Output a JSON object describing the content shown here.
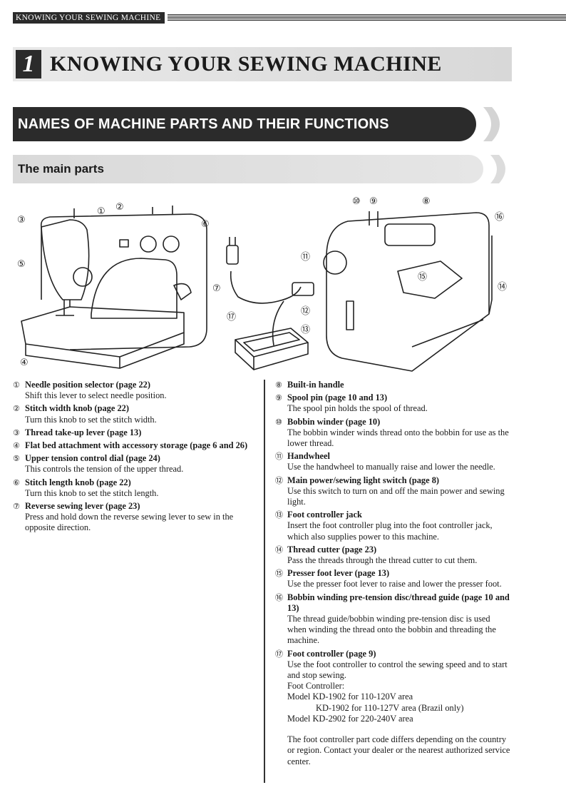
{
  "running_header": "KNOWING YOUR SEWING MACHINE",
  "chapter": {
    "number": "1",
    "title": "KNOWING YOUR SEWING MACHINE"
  },
  "section_title": "NAMES OF MACHINE PARTS AND THEIR FUNCTIONS",
  "subsection_title": "The main parts",
  "callouts": [
    "①",
    "②",
    "③",
    "④",
    "⑤",
    "⑥",
    "⑦",
    "⑧",
    "⑨",
    "⑩",
    "⑪",
    "⑫",
    "⑬",
    "⑭",
    "⑮",
    "⑯",
    "⑰"
  ],
  "parts_left": [
    {
      "num": "①",
      "title": "Needle position selector (page 22)",
      "desc": "Shift this lever to select needle position."
    },
    {
      "num": "②",
      "title": "Stitch width knob (page 22)",
      "desc": "Turn this knob to set the stitch width."
    },
    {
      "num": "③",
      "title": "Thread take-up lever (page 13)",
      "desc": ""
    },
    {
      "num": "④",
      "title": "Flat bed attachment with accessory storage (page 6 and 26)",
      "desc": ""
    },
    {
      "num": "⑤",
      "title": "Upper tension control dial (page 24)",
      "desc": "This controls the tension of the upper thread."
    },
    {
      "num": "⑥",
      "title": "Stitch length knob (page 22)",
      "desc": "Turn this knob to set the stitch length."
    },
    {
      "num": "⑦",
      "title": "Reverse sewing lever (page 23)",
      "desc": "Press and hold down the reverse sewing lever to sew in the opposite direction."
    }
  ],
  "parts_right": [
    {
      "num": "⑧",
      "title": "Built-in handle",
      "desc": ""
    },
    {
      "num": "⑨",
      "title": "Spool pin (page 10 and 13)",
      "desc": "The spool pin holds the spool of thread."
    },
    {
      "num": "⑩",
      "title": "Bobbin winder (page 10)",
      "desc": "The bobbin winder winds thread onto the bobbin for use as the lower thread."
    },
    {
      "num": "⑪",
      "title": "Handwheel",
      "desc": "Use the handwheel to manually raise and lower the needle."
    },
    {
      "num": "⑫",
      "title": "Main power/sewing light switch (page 8)",
      "desc": "Use this switch to turn on and off the main power and sewing light."
    },
    {
      "num": "⑬",
      "title": "Foot controller jack",
      "desc": "Insert the foot controller plug into the foot controller jack, which also supplies power to this machine."
    },
    {
      "num": "⑭",
      "title": "Thread cutter (page 23)",
      "desc": "Pass the threads through the thread cutter to cut them."
    },
    {
      "num": "⑮",
      "title": "Presser foot lever (page 13)",
      "desc": "Use the presser foot lever to raise and lower the presser foot."
    },
    {
      "num": "⑯",
      "title": "Bobbin winding pre-tension disc/thread guide (page 10 and 13)",
      "desc": "The thread guide/bobbin winding pre-tension disc is used when winding the thread onto the bobbin and threading the machine."
    }
  ],
  "foot_controller": {
    "num": "⑰",
    "title": "Foot controller (page 9)",
    "desc": "Use the foot controller to control the sewing speed and to start and stop sewing.",
    "heading": "Foot Controller:",
    "model_lines": [
      "Model KD-1902 for 110-120V area",
      "KD-1902 for 110-127V area (Brazil only)",
      "Model KD-2902 for 220-240V area"
    ],
    "note": "The foot controller part code differs depending on the country or region. Contact your dealer or the nearest authorized service center."
  },
  "colors": {
    "banner_dark": "#2b2b2b",
    "banner_light": "#dcdcdc",
    "text": "#1a1a1a"
  }
}
